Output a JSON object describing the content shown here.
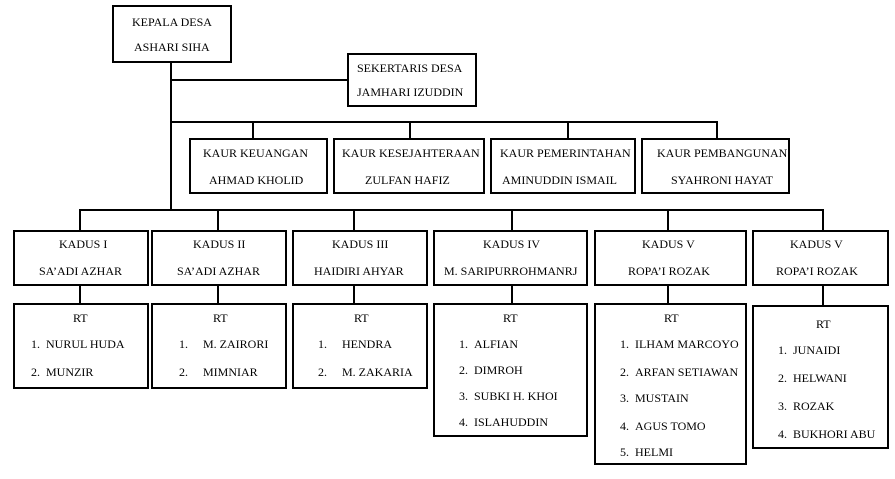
{
  "kepala": {
    "title": "KEPALA DESA",
    "name": "ASHARI SIHA"
  },
  "sekretaris": {
    "title": "SEKERTARIS DESA",
    "name": "JAMHARI IZUDDIN"
  },
  "kaur": [
    {
      "title": "KAUR KEUANGAN",
      "name": "AHMAD KHOLID"
    },
    {
      "title": "KAUR KESEJAHTERAAN",
      "name": "ZULFAN HAFIZ"
    },
    {
      "title": "KAUR PEMERINTAHAN",
      "name": "AMINUDDIN ISMAIL"
    },
    {
      "title": "KAUR PEMBANGUNAN",
      "name": "SYAHRONI HAYAT"
    }
  ],
  "kadus": [
    {
      "title": "KADUS I",
      "name": "SA’ADI AZHAR"
    },
    {
      "title": "KADUS II",
      "name": "SA’ADI AZHAR"
    },
    {
      "title": "KADUS III",
      "name": "HAIDIRI AHYAR"
    },
    {
      "title": "KADUS IV",
      "name": "M. SARIPURROHMANRJ"
    },
    {
      "title": "KADUS V",
      "name": "ROPA’I ROZAK"
    },
    {
      "title": "KADUS V",
      "name": "ROPA’I ROZAK"
    }
  ],
  "rt": [
    {
      "label": "RT",
      "members": [
        "NURUL HUDA",
        "MUNZIR"
      ]
    },
    {
      "label": "RT",
      "members": [
        "M. ZAIRORI",
        "MIMNIAR"
      ]
    },
    {
      "label": "RT",
      "members": [
        "HENDRA",
        "M. ZAKARIA"
      ]
    },
    {
      "label": "RT",
      "members": [
        "ALFIAN",
        "DIMROH",
        "SUBKI H. KHOI",
        "ISLAHUDDIN"
      ]
    },
    {
      "label": "RT",
      "members": [
        "ILHAM MARCOYO",
        "ARFAN SETIAWAN",
        "MUSTAIN",
        "AGUS TOMO",
        "HELMI"
      ]
    },
    {
      "label": "RT",
      "members": [
        "JUNAIDI",
        "HELWANI",
        "ROZAK",
        "BUKHORI ABU"
      ]
    }
  ]
}
